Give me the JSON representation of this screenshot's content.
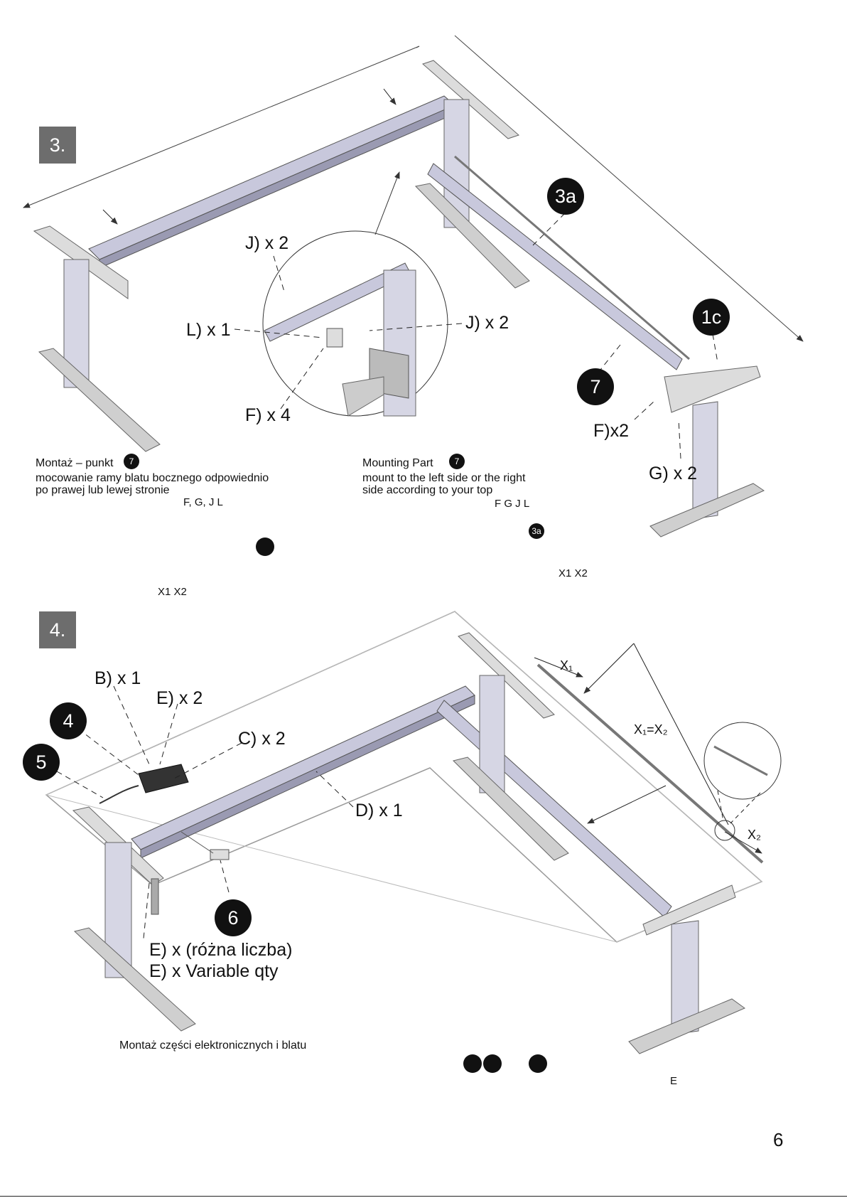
{
  "step3": {
    "number": "3.",
    "callouts": {
      "c3a": "3a",
      "c1c": "1c",
      "c7": "7"
    },
    "labels": {
      "j2_top": "J) x 2",
      "l1": "L) x 1",
      "j2_right": "J) x 2",
      "f4": "F) x 4",
      "f2": "F)x2",
      "g2": "G) x 2"
    },
    "pl_title": "Montaż – punkt",
    "pl_title_ref": "7",
    "pl_line1": "mocowanie ramy blatu bocznego odpowiednio",
    "pl_line2": "po prawej lub lewej stronie",
    "pl_parts": "F, G, J   L",
    "pl_x": "X1   X2",
    "en_title": "Mounting Part",
    "en_title_ref": "7",
    "en_line1": "mount to the left side or the right",
    "en_line2": "side according to your top",
    "en_parts": "F  G  J       L",
    "en_ref": "3a",
    "en_x": "X1        X2"
  },
  "step4": {
    "number": "4.",
    "callouts": {
      "c4": "4",
      "c5": "5",
      "c6": "6"
    },
    "labels": {
      "b1": "B) x 1",
      "e2": "E) x 2",
      "c2": "C) x 2",
      "d1": "D) x 1",
      "e_pl": "E)  x (różna liczba)",
      "e_en": "E) x Variable  qty",
      "x1": "X₁",
      "x1x2": "X₁=X₂",
      "x2": "X₂"
    },
    "pl_caption": "Montaż części elektronicznych i blatu",
    "e_note": "E"
  },
  "page_number": "6"
}
